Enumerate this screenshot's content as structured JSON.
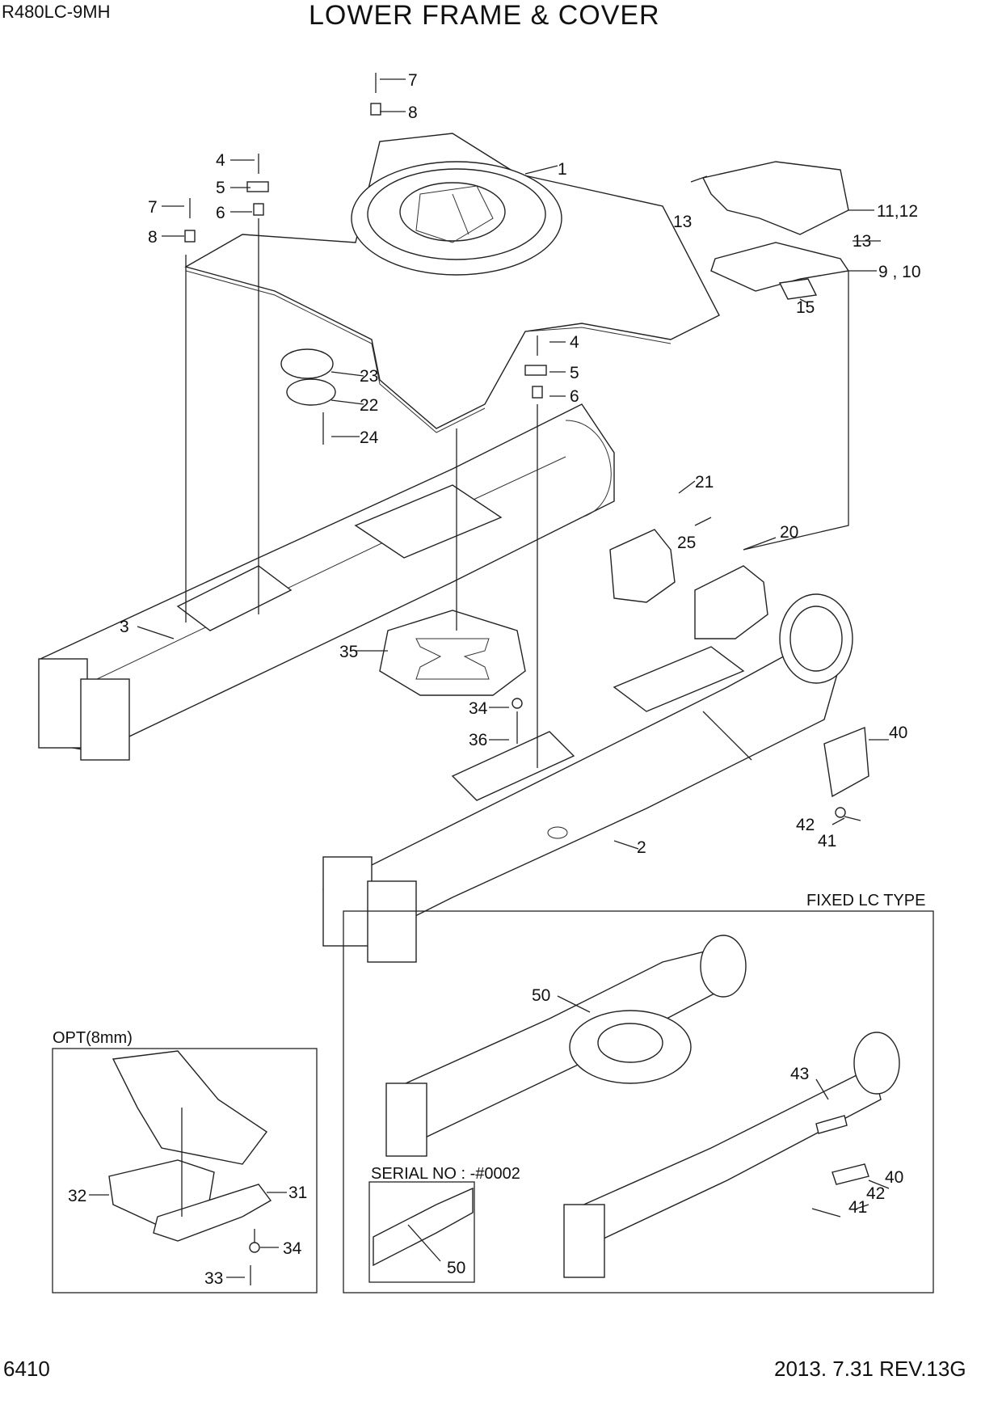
{
  "header": {
    "model": "R480LC-9MH",
    "title": "LOWER FRAME & COVER"
  },
  "footer": {
    "page_number": "6410",
    "revision": "2013. 7.31  REV.13G"
  },
  "boxes": {
    "fixed_lc_type": "FIXED LC TYPE",
    "option": "OPT(8mm)",
    "serial": "SERIAL NO : -#0002"
  },
  "callouts": {
    "c7a": "7",
    "c8a": "8",
    "c1": "1",
    "c4a": "4",
    "c5a": "5",
    "c6a": "6",
    "c7b": "7",
    "c8b": "8",
    "c13a": "13",
    "c11_12": "11,12",
    "c13b": "13",
    "c9_10": "9 , 10",
    "c15": "15",
    "c23": "23",
    "c22": "22",
    "c24": "24",
    "c4b": "4",
    "c5b": "5",
    "c6b": "6",
    "c21": "21",
    "c25": "25",
    "c20": "20",
    "c3": "3",
    "c35": "35",
    "c34a": "34",
    "c36": "36",
    "c40a": "40",
    "c42a": "42",
    "c41a": "41",
    "c2": "2",
    "c50a": "50",
    "c43": "43",
    "c40b": "40",
    "c42b": "42",
    "c41b": "41",
    "c32": "32",
    "c31": "31",
    "c34b": "34",
    "c33": "33",
    "c50b": "50"
  }
}
